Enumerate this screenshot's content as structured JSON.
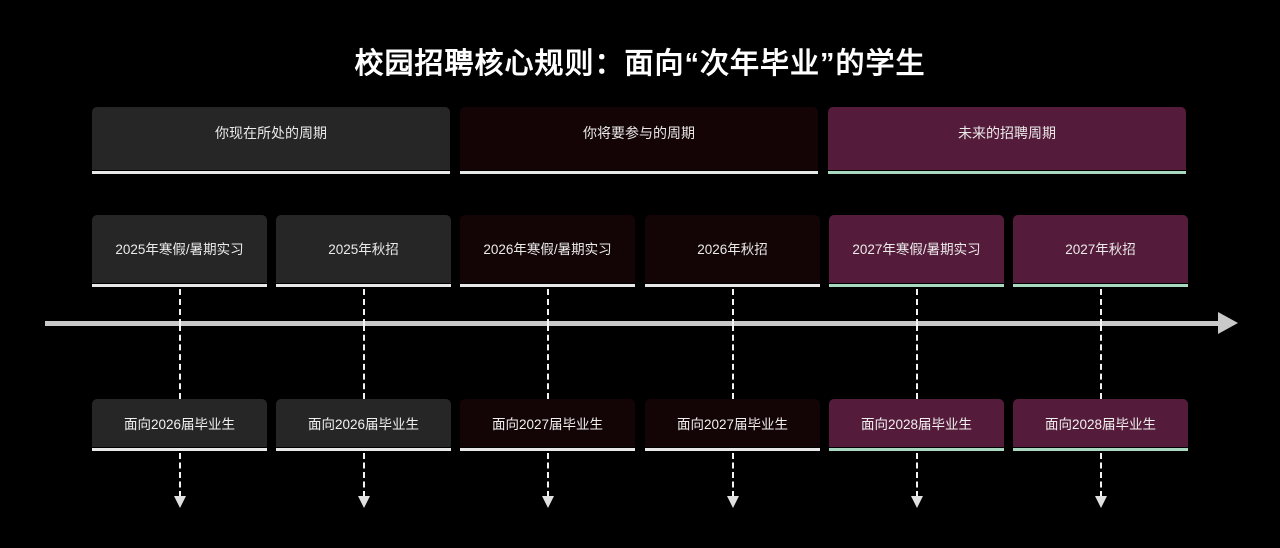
{
  "title": "校园招聘核心规则：面向“次年毕业”的学生",
  "colors": {
    "background": "#000000",
    "gray_card": "#262626",
    "maroon_card": "#130405",
    "purple_card": "#551B3A",
    "white_rule": "#e8e8e8",
    "green_rule": "#a8d8c0",
    "axis": "#c9c9c9",
    "dash": "#f2f2f2"
  },
  "phases": [
    {
      "label": "你现在所处的周期",
      "theme": "gray",
      "rule": "white"
    },
    {
      "label": "你将要参与的周期",
      "theme": "maroon",
      "rule": "white"
    },
    {
      "label": "未来的招聘周期",
      "theme": "purple",
      "rule": "green"
    }
  ],
  "cycles": [
    {
      "label": "2025年寒假/暑期实习",
      "theme": "gray",
      "rule": "white"
    },
    {
      "label": "2025年秋招",
      "theme": "gray",
      "rule": "white"
    },
    {
      "label": "2026年寒假/暑期实习",
      "theme": "maroon",
      "rule": "white"
    },
    {
      "label": "2026年秋招",
      "theme": "maroon",
      "rule": "white"
    },
    {
      "label": "2027年寒假/暑期实习",
      "theme": "purple",
      "rule": "green"
    },
    {
      "label": "2027年秋招",
      "theme": "purple",
      "rule": "green"
    }
  ],
  "audiences": [
    {
      "label": "面向2026届毕业生",
      "theme": "gray",
      "rule": "white"
    },
    {
      "label": "面向2026届毕业生",
      "theme": "gray",
      "rule": "white"
    },
    {
      "label": "面向2027届毕业生",
      "theme": "maroon",
      "rule": "white"
    },
    {
      "label": "面向2027届毕业生",
      "theme": "maroon",
      "rule": "white"
    },
    {
      "label": "面向2028届毕业生",
      "theme": "purple",
      "rule": "green"
    },
    {
      "label": "面向2028届毕业生",
      "theme": "purple",
      "rule": "green"
    }
  ],
  "timeline": {
    "direction": "left-to-right",
    "arrow": "right-arrow"
  }
}
